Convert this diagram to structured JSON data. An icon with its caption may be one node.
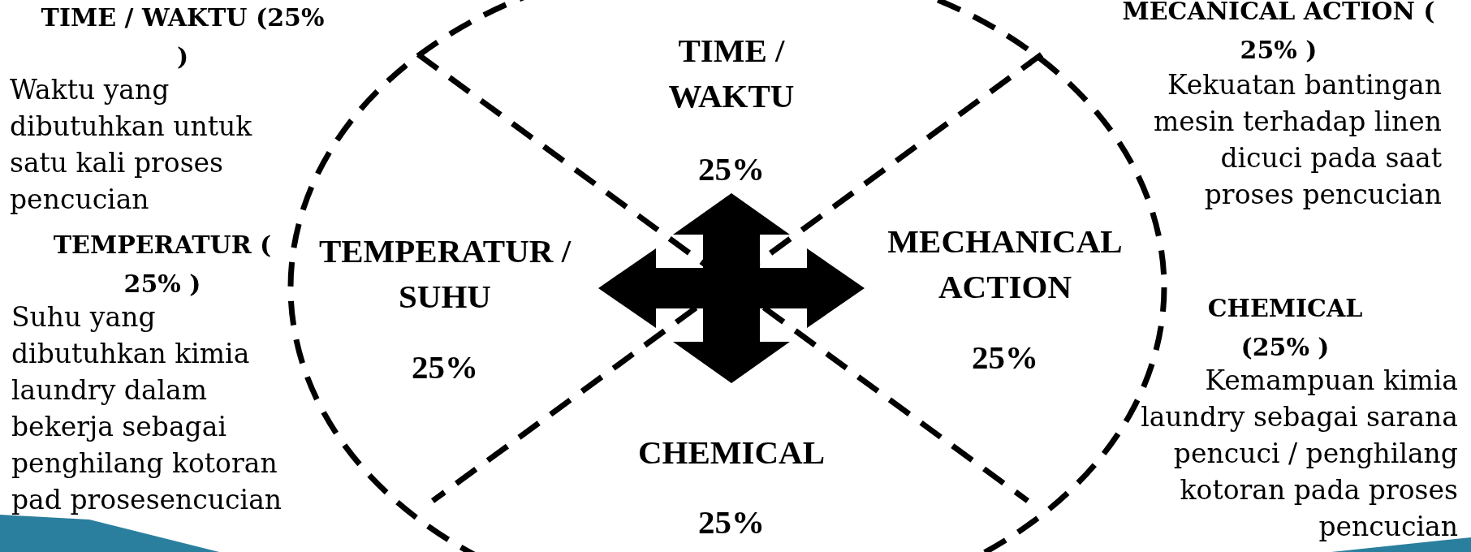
{
  "diagram": {
    "nodes": [
      {
        "text": [],
        "shape": "ellipse"
      },
      {
        "text": [
          "TIME / WAKTU",
          "25%"
        ],
        "in": 0
      },
      {
        "text": [
          "TEMPERATUR / SUHU",
          "25%"
        ],
        "in": 0
      },
      {
        "text": [
          "MECHANICAL ACTION",
          "25%"
        ],
        "in": 0
      },
      {
        "text": [
          "CHEMICAL",
          "25%"
        ],
        "in": 0
      }
    ],
    "labels": [
      "TIME / WAKTU (25% )",
      "Waktu yang dibutuhkan untuk satu kali proses pencucian",
      "MECANICAL ACTION ( 25% )",
      "Kekuatan bantingan mesin terhadap linen dicuci pada saat proses pencucian",
      "TEMPERATUR ( 25% )",
      "Suhu yang dibutuhkan kimia laundry dalam bekerja sebagai penghilang kotoran pad prosesencucian",
      "CHEMICAL (25% )",
      "Kemampuan kimia laundry sebagai sarana pencuci / penghilang kotoran pada proses pencucian"
    ]
  }
}
